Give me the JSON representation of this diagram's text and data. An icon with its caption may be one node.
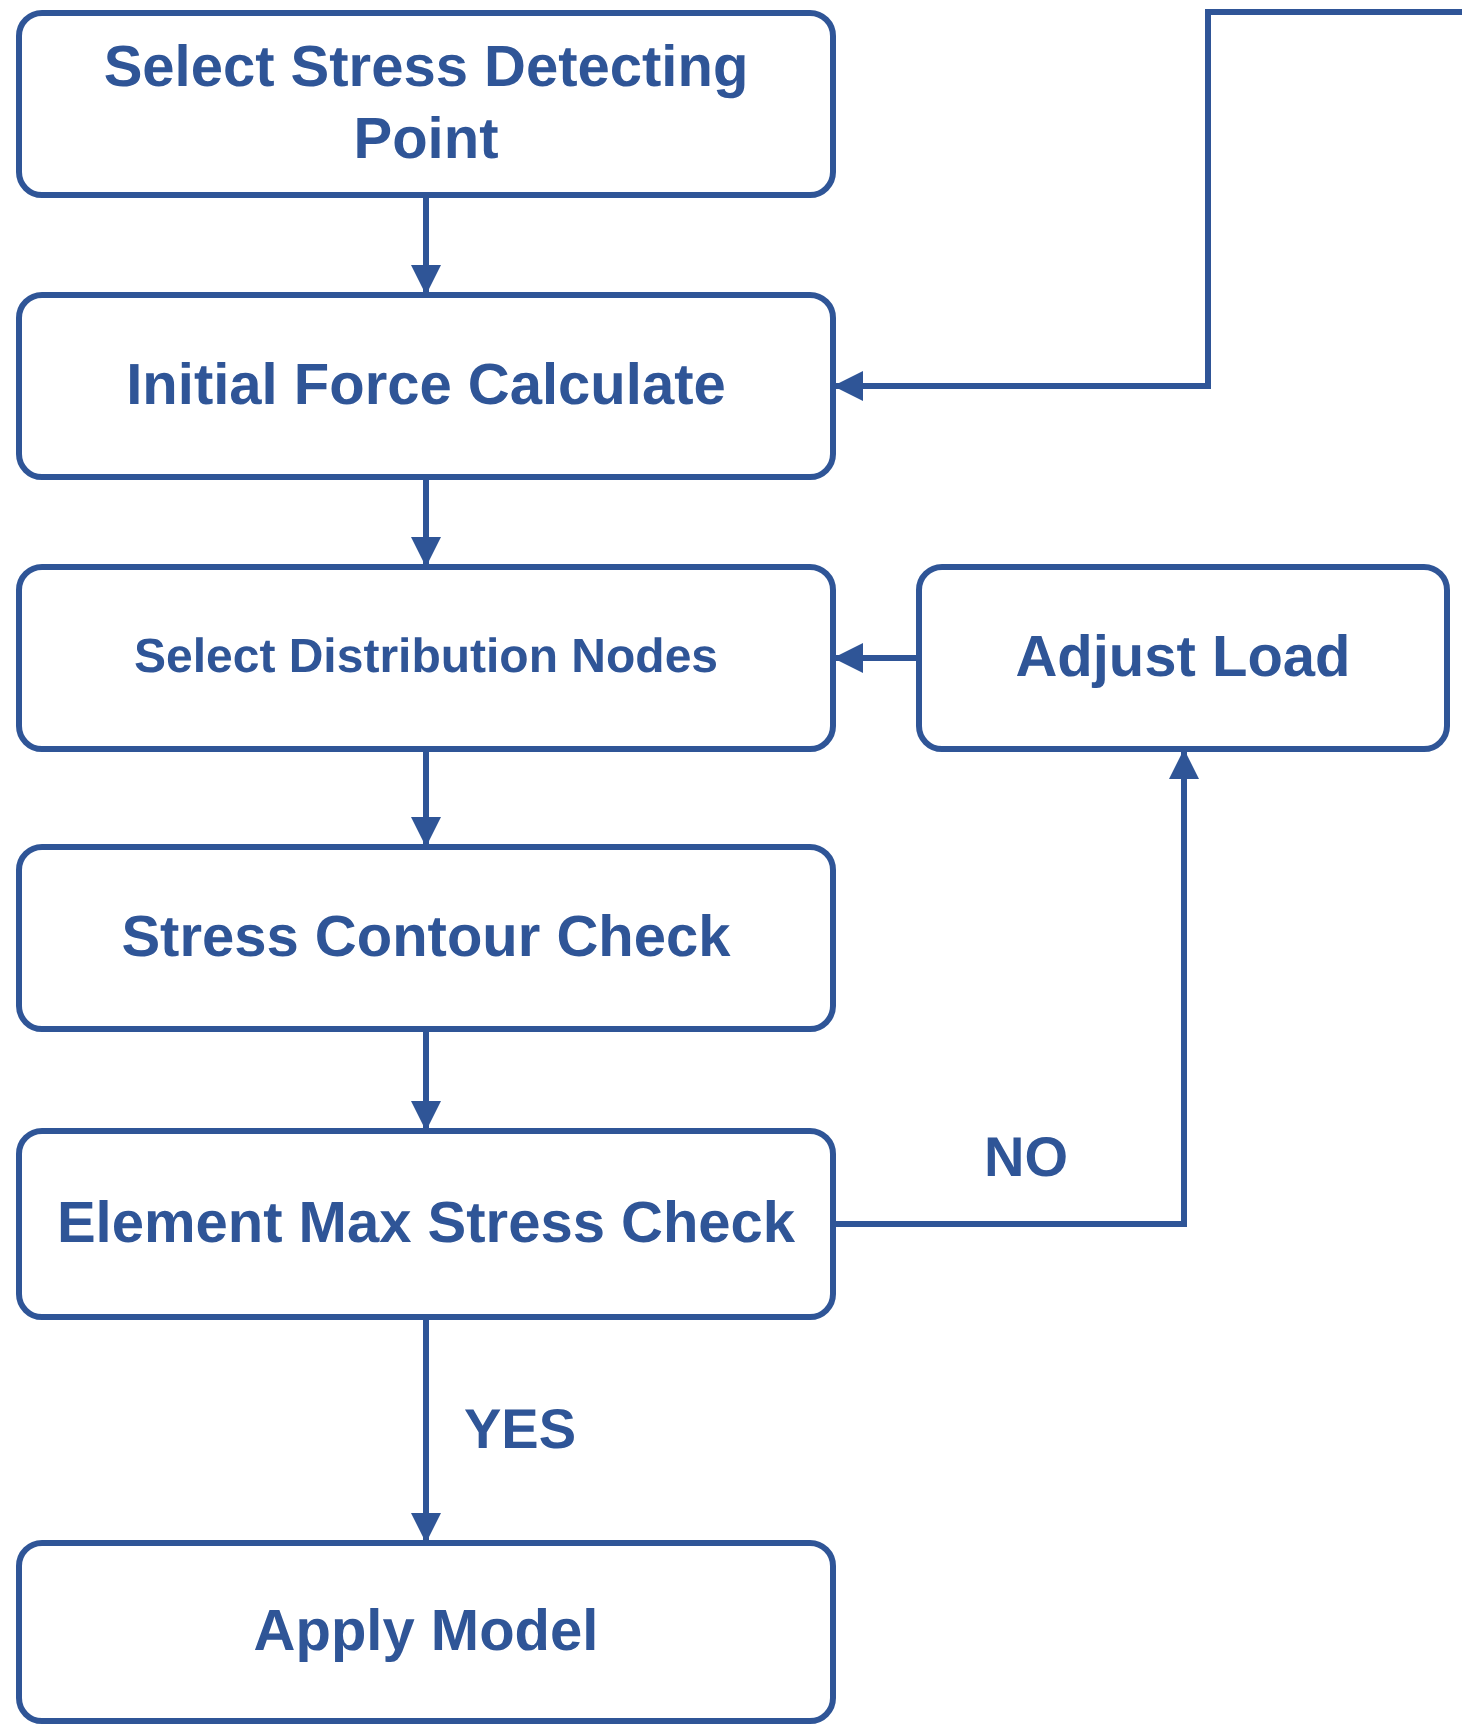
{
  "diagram": {
    "nodes": [
      {
        "text": [
          "Select Stress Detecting Point"
        ]
      },
      {
        "text": [
          "Initial Force Calculate"
        ]
      },
      {
        "text": [
          "Select Distribution Nodes"
        ]
      },
      {
        "text": [
          "Stress Contour Check"
        ]
      },
      {
        "text": [
          "Element Max Stress Check"
        ]
      },
      {
        "text": [
          "Apply Model"
        ]
      },
      {
        "text": [
          "Adjust Load"
        ]
      }
    ],
    "edges": [
      {
        "from": 0,
        "to": 1,
        "arrow": "to"
      },
      {
        "from": 1,
        "to": 2,
        "arrow": "to"
      },
      {
        "from": 2,
        "to": 3,
        "arrow": "to"
      },
      {
        "from": 3,
        "to": 4,
        "arrow": "to"
      },
      {
        "from": 4,
        "to": 5,
        "arrow": "to",
        "label": "YES"
      },
      {
        "from": 4,
        "to": 6,
        "arrow": "to",
        "label": "NO"
      },
      {
        "from": 6,
        "to": 2,
        "arrow": "to"
      },
      {
        "from": null,
        "to": 1,
        "arrow": "to"
      }
    ]
  }
}
